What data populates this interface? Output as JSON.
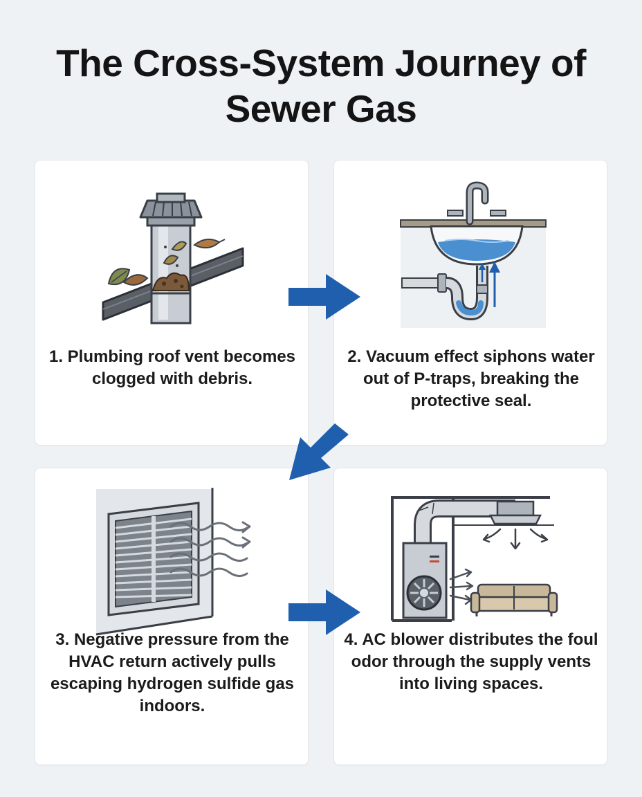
{
  "title": "The Cross-System Journey of Sewer Gas",
  "steps": [
    {
      "caption": "1. Plumbing roof vent becomes clogged with debris.",
      "icon": "clogged-roof-vent-icon"
    },
    {
      "caption": "2. Vacuum effect siphons water out of P-traps, breaking the protective seal.",
      "icon": "sink-p-trap-icon"
    },
    {
      "caption": "3. Negative pressure from the HVAC return actively pulls escaping hydrogen sulfide gas indoors.",
      "icon": "hvac-return-grille-icon"
    },
    {
      "caption": "4. AC blower distributes the foul odor through the supply vents into living spaces.",
      "icon": "ac-blower-ductwork-icon"
    }
  ],
  "colors": {
    "background": "#eff2f5",
    "card": "#ffffff",
    "arrow": "#1f5fae",
    "water": "#4a8fd0",
    "outline": "#3a3f47",
    "metal": "#c5cbd2",
    "leaf": "#8a7a3e",
    "debris": "#7a5a3a",
    "couch": "#c9b79a"
  }
}
